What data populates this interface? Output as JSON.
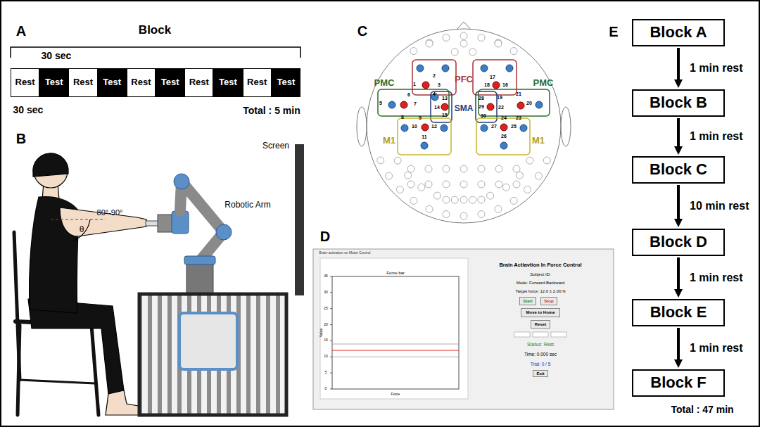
{
  "diagram": {
    "nodes": [
      {
        "text": [
          "Rest"
        ]
      },
      {
        "text": [
          "Test"
        ]
      },
      {
        "text": [
          "Rest"
        ]
      },
      {
        "text": [
          "Test"
        ]
      },
      {
        "text": [
          "Rest"
        ]
      },
      {
        "text": [
          "Test"
        ]
      },
      {
        "text": [
          "Rest"
        ]
      },
      {
        "text": [
          "Test"
        ]
      },
      {
        "text": [
          "Rest"
        ]
      },
      {
        "text": [
          "Test"
        ]
      },
      {
        "text": [
          "Start"
        ]
      },
      {
        "text": [
          "Stop"
        ]
      },
      {
        "text": [
          "Move to Home"
        ]
      },
      {
        "text": [
          "Reset"
        ]
      },
      {
        "text": [
          "Exit"
        ]
      },
      {
        "text": [
          "Block A"
        ]
      },
      {
        "text": [
          "Block B"
        ]
      },
      {
        "text": [
          "Block C"
        ]
      },
      {
        "text": [
          "Block D"
        ]
      },
      {
        "text": [
          "Block E"
        ]
      },
      {
        "text": [
          "Block F"
        ]
      }
    ],
    "edges": [
      {
        "from": 15,
        "to": 16,
        "arrow": "to",
        "label": "1 min rest"
      },
      {
        "from": 16,
        "to": 17,
        "arrow": "to",
        "label": "1 min rest"
      },
      {
        "from": 17,
        "to": 18,
        "arrow": "to",
        "label": "10 min rest"
      },
      {
        "from": 18,
        "to": 19,
        "arrow": "to",
        "label": "1 min rest"
      },
      {
        "from": 19,
        "to": 20,
        "arrow": "to",
        "label": "1 min rest"
      }
    ],
    "labels": [
      "A",
      "Block",
      "30 sec",
      "30 sec",
      "Total : 5 min",
      "B",
      "Screen",
      "80°-90°",
      "θ",
      "Robotic Arm",
      "C",
      "PFC",
      "PMC",
      "PMC",
      "SMA",
      "M1",
      "M1",
      "1",
      "2",
      "3",
      "4",
      "5",
      "6",
      "7",
      "8",
      "9",
      "10",
      "11",
      "12",
      "13",
      "14",
      "15",
      "16",
      "17",
      "18",
      "19",
      "20",
      "21",
      "22",
      "23",
      "24",
      "25",
      "26",
      "27",
      "28",
      "29",
      "30",
      "D",
      "Brain activation on Motor Control",
      "Force bar",
      "35",
      "30",
      "25",
      "20",
      "15",
      "10",
      "5",
      "0",
      "Value",
      "Force",
      "Brain Actiavtion In Force Control",
      "Subject ID:",
      "Mode: Forward-Backward",
      "Target force: 12.0 ± 2.00 N",
      "Status: Rest",
      "Time: 0.000 sec",
      "Trial: 0 / 5",
      "E",
      "Total : 47 min"
    ]
  }
}
